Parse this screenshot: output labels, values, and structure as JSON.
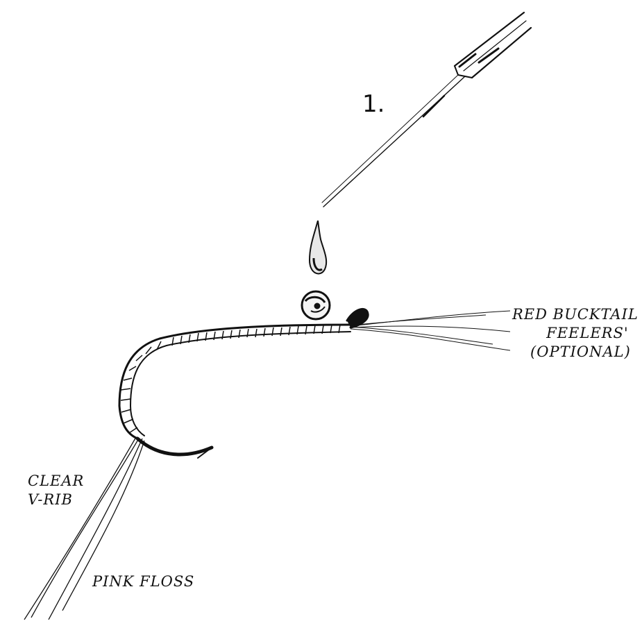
{
  "step": "1.",
  "labels": {
    "red_bucktail": [
      "RED BUCKTAIL",
      "FEELERS'",
      "(OPTIONAL)"
    ],
    "clear_vrib": [
      "CLEAR",
      "V-RIB"
    ],
    "pink_floss": "PINK FLOSS"
  },
  "colors": {
    "ink": "#111111",
    "background": "#ffffff"
  }
}
